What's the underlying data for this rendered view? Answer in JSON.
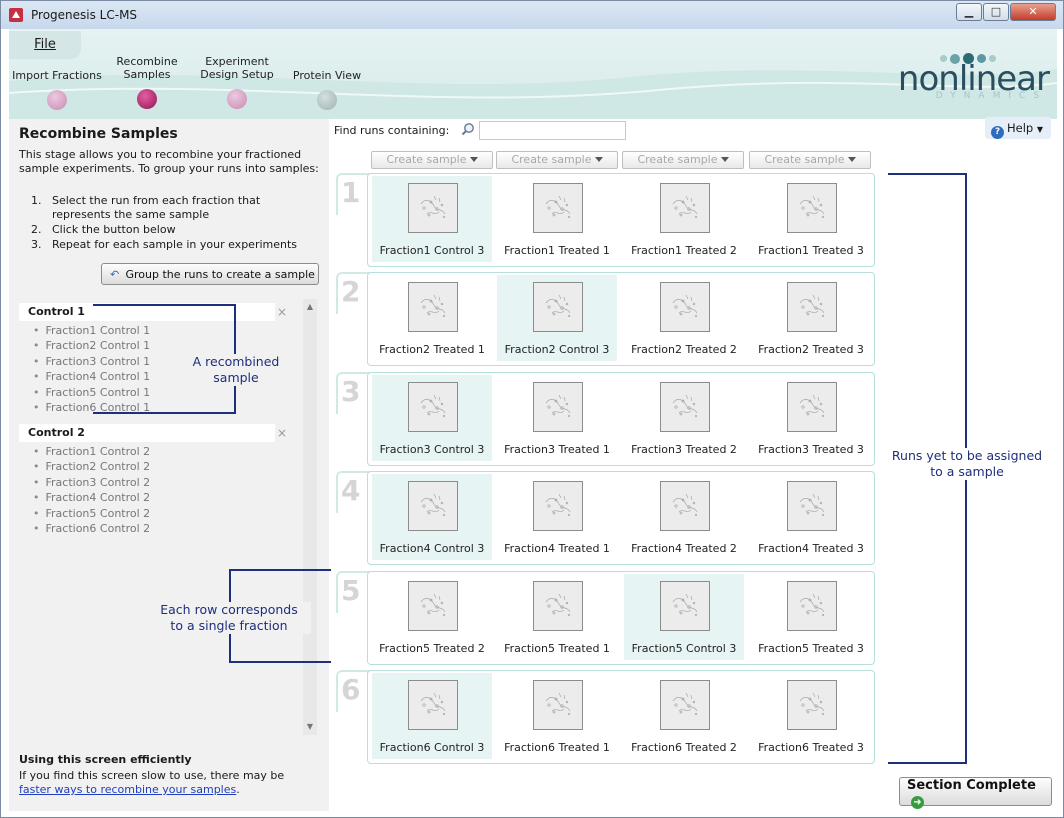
{
  "window": {
    "title": "Progenesis LC-MS",
    "minimize_glyph": "▁",
    "maximize_glyph": "□",
    "close_glyph": "✕"
  },
  "header": {
    "file_menu": "File",
    "steps": [
      {
        "label": "Import Fractions",
        "color": "#d4a6c8"
      },
      {
        "label": "Recombine\nSamples",
        "color": "#b8216f"
      },
      {
        "label": "Experiment\nDesign Setup",
        "color": "#d4a6c8"
      },
      {
        "label": "Protein View",
        "color": "#b8c9c8"
      }
    ],
    "logo": {
      "text": "nonlinear",
      "sub": "DYNAMICS"
    }
  },
  "left_panel": {
    "title": "Recombine Samples",
    "intro": "This stage allows you to recombine your fractioned sample experiments. To group your runs into samples:",
    "steps": [
      {
        "num": "1.",
        "text": "Select the run from each fraction that represents the same sample"
      },
      {
        "num": "2.",
        "text": "Click the button below"
      },
      {
        "num": "3.",
        "text": "Repeat for each sample in your experiments"
      }
    ],
    "group_button": "Group the runs to create a sample",
    "samples": [
      {
        "name": "Control 1",
        "items": [
          "Fraction1 Control 1",
          "Fraction2 Control 1",
          "Fraction3 Control 1",
          "Fraction4 Control 1",
          "Fraction5 Control 1",
          "Fraction6 Control 1"
        ]
      },
      {
        "name": "Control 2",
        "items": [
          "Fraction1 Control 2",
          "Fraction2 Control 2",
          "Fraction3 Control 2",
          "Fraction4 Control 2",
          "Fraction5 Control 2",
          "Fraction6 Control 2"
        ]
      }
    ],
    "remove_glyph": "×",
    "scroll_up_glyph": "▲",
    "scroll_down_glyph": "▼",
    "footer": {
      "title": "Using this screen efficiently",
      "text": "If you find this screen slow to use, there may be",
      "link": "faster ways to recombine your samples",
      "link_suffix": "."
    }
  },
  "annotations": {
    "recombined": "A recombined\nsample",
    "row": "Each row corresponds\nto a single fraction",
    "unassigned": "Runs yet to be assigned\nto a sample"
  },
  "toolbar": {
    "find_label": "Find runs containing:",
    "find_value": "",
    "help": "Help",
    "help_icon": "?"
  },
  "create_sample_label": "Create sample",
  "fractions": [
    {
      "num": "1",
      "runs": [
        "Fraction1 Control 3",
        "Fraction1 Treated 1",
        "Fraction1 Treated 2",
        "Fraction1 Treated 3"
      ],
      "selected": 0
    },
    {
      "num": "2",
      "runs": [
        "Fraction2 Treated 1",
        "Fraction2 Control 3",
        "Fraction2 Treated 2",
        "Fraction2 Treated 3"
      ],
      "selected": 1
    },
    {
      "num": "3",
      "runs": [
        "Fraction3 Control 3",
        "Fraction3 Treated 1",
        "Fraction3 Treated 2",
        "Fraction3 Treated 3"
      ],
      "selected": 0
    },
    {
      "num": "4",
      "runs": [
        "Fraction4 Control 3",
        "Fraction4 Treated 1",
        "Fraction4 Treated 2",
        "Fraction4 Treated 3"
      ],
      "selected": 0
    },
    {
      "num": "5",
      "runs": [
        "Fraction5 Treated 2",
        "Fraction5 Treated 1",
        "Fraction5 Control 3",
        "Fraction5 Treated 3"
      ],
      "selected": 2
    },
    {
      "num": "6",
      "runs": [
        "Fraction6 Control 3",
        "Fraction6 Treated 1",
        "Fraction6 Treated 2",
        "Fraction6 Treated 3"
      ],
      "selected": 0
    }
  ],
  "section_complete": "Section Complete",
  "section_complete_icon": "➜"
}
